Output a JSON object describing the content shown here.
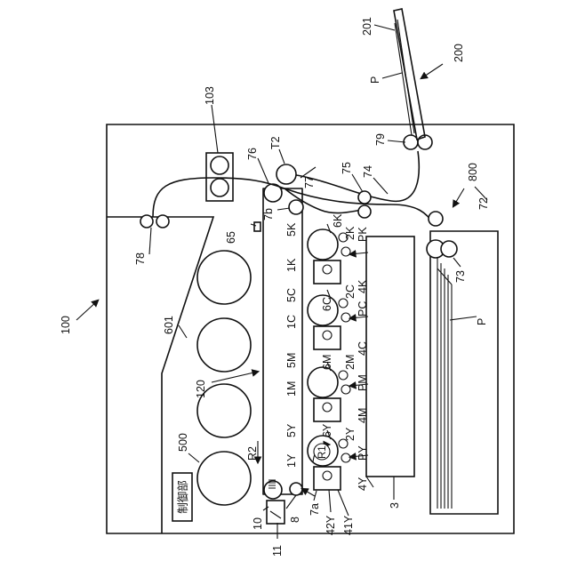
{
  "labels": {
    "l100": "100",
    "l103": "103",
    "l200": "200",
    "l201": "201",
    "lP_top": "P",
    "l79": "79",
    "l800": "800",
    "l72": "72",
    "l73": "73",
    "lP_right": "P",
    "l75": "75",
    "l74": "74",
    "l77": "77",
    "lT2": "T2",
    "l76": "76",
    "l78": "78",
    "l601": "601",
    "l65": "65",
    "l7b": "7b",
    "l120": "120",
    "l500": "500",
    "lR2": "R2",
    "l10": "10",
    "l11": "11",
    "l8": "8",
    "l7a": "7a",
    "l42Y": "42Y",
    "l41Y": "41Y",
    "l3": "3",
    "l5K": "5K",
    "l1K": "1K",
    "l6K": "6K",
    "l2K": "2K",
    "lPK": "PK",
    "l4K": "4K",
    "l5C": "5C",
    "l1C": "1C",
    "l6C": "6C",
    "l2C": "2C",
    "lPC": "PC",
    "l4C": "4C",
    "l5M": "5M",
    "l1M": "1M",
    "l6M": "6M",
    "l2M": "2M",
    "lPM": "PM",
    "l4M": "4M",
    "l5Y": "5Y",
    "l1Y": "1Y",
    "l6Y": "6Y",
    "l2Y": "2Y",
    "lPY": "PY",
    "l4Y": "4Y",
    "lR1": "R1"
  },
  "controller_label": "制御部"
}
